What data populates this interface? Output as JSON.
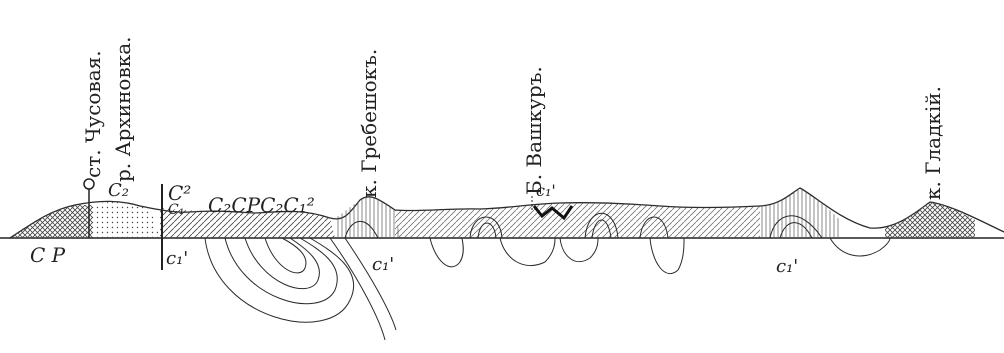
{
  "figure": {
    "place_labels": {
      "station": "ст. Чусовая.",
      "river": "р. Архиновка.",
      "grebeshok": "к. Гребешокъ.",
      "vashkur": "Б. Вашкуръ.",
      "gladkiy": "к. Гладкiй."
    },
    "formation_labels": {
      "cp_left": "C P",
      "c2_near_station": "C₂",
      "c2_sup_group": "C²",
      "c1_sub_top": "C₁",
      "c2_group": "C₂CPC₂C₁²",
      "c1_below_river": "c₁'",
      "c1_below_grebeshok": "c₁'",
      "c1_vashkur": "c₁'",
      "c1_right": "c₁'"
    }
  }
}
